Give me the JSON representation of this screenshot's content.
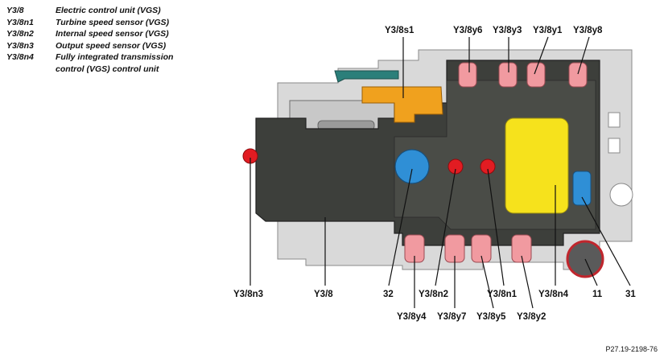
{
  "legend": [
    {
      "code": "Y3/8",
      "desc": "Electric control unit (VGS)"
    },
    {
      "code": "Y3/8n1",
      "desc": "Turbine speed sensor (VGS)"
    },
    {
      "code": "Y3/8n2",
      "desc": "Internal speed sensor (VGS)"
    },
    {
      "code": "Y3/8n3",
      "desc": "Output speed sensor (VGS)"
    },
    {
      "code": "Y3/8n4",
      "desc": "Fully integrated transmission control (VGS) control unit"
    }
  ],
  "labels_top": {
    "s1": "Y3/8s1",
    "y6": "Y3/8y6",
    "y3": "Y3/8y3",
    "y1": "Y3/8y1",
    "y8": "Y3/8y8"
  },
  "labels_bottom": {
    "n3": "Y3/8n3",
    "y38": "Y3/8",
    "c32": "32",
    "n2": "Y3/8n2",
    "n1": "Y3/8n1",
    "n4": "Y3/8n4",
    "c11": "11",
    "c31": "31",
    "y4": "Y3/8y4",
    "y7": "Y3/8y7",
    "y5": "Y3/8y5",
    "y2": "Y3/8y2"
  },
  "reference": "P27.19-2198-76"
}
